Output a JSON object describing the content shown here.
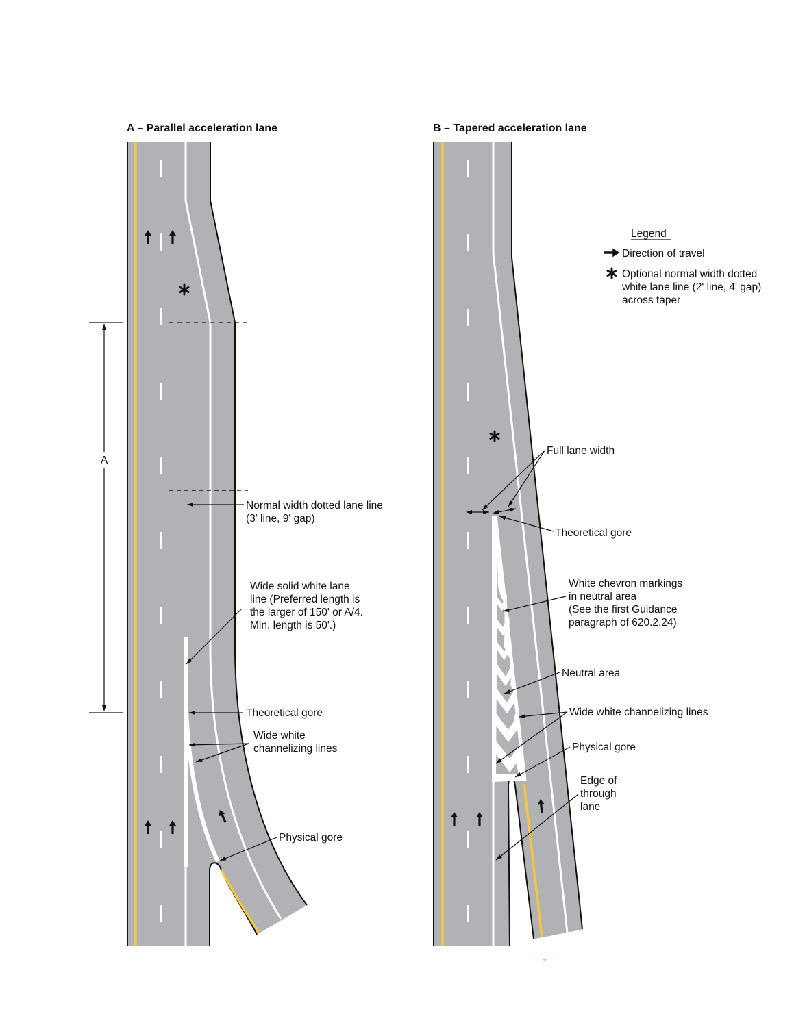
{
  "colors": {
    "pavement": "#b1b2b5",
    "edge_line": "#111111",
    "white_marking": "#ffffff",
    "yellow_line": "#f7c53b",
    "text": "#111111"
  },
  "panel_a": {
    "title_prefix": "A",
    "title_text": " – Parallel acceleration lane",
    "dimension_label": "A",
    "labels": {
      "normal_dotted": [
        "Normal width dotted lane line",
        "(3' line, 9' gap)"
      ],
      "wide_solid": [
        "Wide solid white lane",
        "line (Preferred length is",
        "the larger of 150' or A/4.",
        "Min. length is 50'.)"
      ],
      "theoretical_gore": "Theoretical gore",
      "channelizing": [
        "Wide white",
        "channelizing lines"
      ],
      "physical_gore": "Physical gore"
    }
  },
  "panel_b": {
    "title_prefix": "B",
    "title_text": " – Tapered acceleration lane",
    "labels": {
      "full_lane_width": "Full lane width",
      "theoretical_gore": "Theoretical gore",
      "chevron": [
        "White chevron markings",
        "in neutral area",
        "(See the first Guidance",
        "paragraph of 620.2.24)"
      ],
      "neutral_area": "Neutral area",
      "channelizing": "Wide white channelizing lines",
      "physical_gore": "Physical gore",
      "edge_through": [
        "Edge of",
        "through",
        "lane"
      ]
    }
  },
  "legend": {
    "title": "Legend",
    "items": [
      {
        "icon": "arrow-right-icon",
        "lines": [
          "Direction of travel"
        ]
      },
      {
        "icon": "asterisk-icon",
        "lines": [
          "Optional normal width dotted",
          "white lane line (2' line, 4' gap)",
          "across taper"
        ]
      }
    ]
  }
}
